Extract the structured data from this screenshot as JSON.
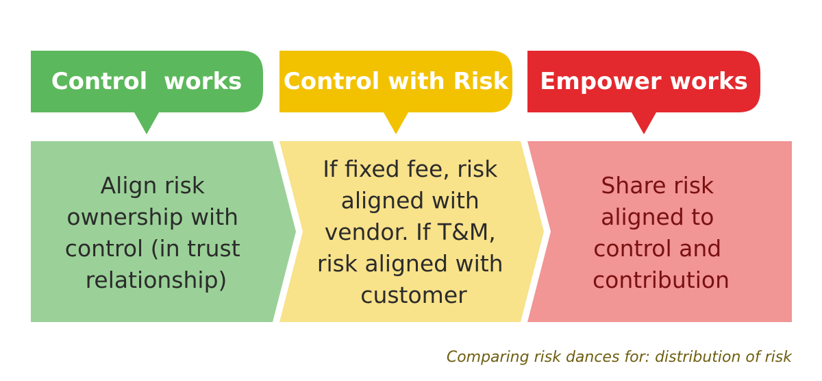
{
  "colors": {
    "green_header": "#5cb85c",
    "green_body": "#9bd198",
    "yellow_header": "#f2c200",
    "yellow_body": "#f8e28a",
    "red_header": "#e3292e",
    "red_body": "#f19595",
    "text_dark": "#2b2b2b",
    "text_red": "#7a1010",
    "caption": "#6e5e10"
  },
  "columns": [
    {
      "title": "Control  works",
      "body_lines": [
        "Align risk",
        "ownership with",
        "control (in trust",
        "relationship)"
      ]
    },
    {
      "title": "Control with Risk",
      "body_lines": [
        "If fixed fee, risk",
        "aligned with",
        "vendor. If T&M,",
        "risk aligned with",
        "customer"
      ]
    },
    {
      "title": "Empower works",
      "body_lines": [
        "Share risk",
        "aligned to",
        "control and",
        "contribution"
      ]
    }
  ],
  "caption": "Comparing risk dances for: distribution of risk"
}
